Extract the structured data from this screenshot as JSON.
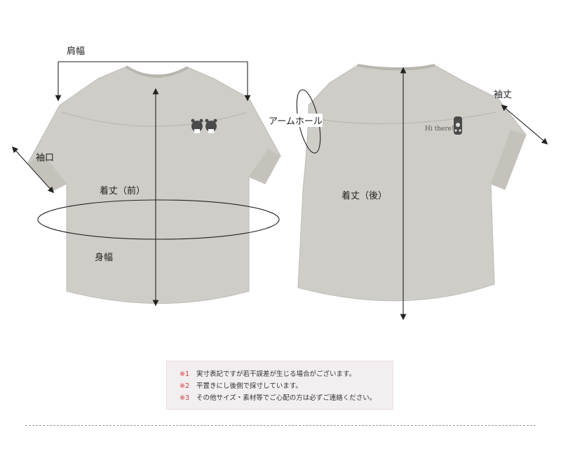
{
  "labels": {
    "shoulder_width": "肩幅",
    "cuff_width": "袖口",
    "length_front": "着丈（前）",
    "body_width": "身幅",
    "armhole": "アームホール",
    "length_back": "着丈（後）",
    "sleeve_length": "袖丈"
  },
  "back_print": {
    "text": "Hi there!"
  },
  "notes": [
    {
      "mark": "※1",
      "text": "実寸表記ですが若干誤差が生じる場合がございます。"
    },
    {
      "mark": "※2",
      "text": "平置きにし後側で採寸しています。"
    },
    {
      "mark": "※3",
      "text": "その他サイズ・素材等でご心配の方は必ずご連絡ください。"
    }
  ],
  "colors": {
    "shirt": "#cfcdc7",
    "shirt_shadow": "#bfbdb6",
    "note_mark": "#d23c3c",
    "note_background": "#f3eef0"
  }
}
